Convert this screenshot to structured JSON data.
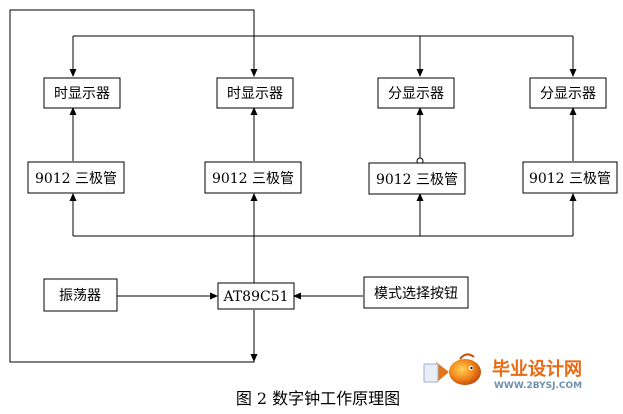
{
  "blocks": {
    "display1": "时显示器",
    "display2": "时显示器",
    "display3": "分显示器",
    "display4": "分显示器",
    "transistor1": "9012 三极管",
    "transistor2": "9012 三极管",
    "transistor3": "9012 三极管",
    "transistor4": "9012 三极管",
    "oscillator": "振荡器",
    "mcu": "AT89C51",
    "mode_button": "模式选择按钮"
  },
  "caption": "图 2  数字钟工作原理图",
  "watermark": {
    "title": "毕业设计网",
    "url": "WWW.2BYSJ.COM"
  },
  "colors": {
    "line": "#000000",
    "watermark_title": "#e86a12",
    "watermark_url": "#6f8fb0"
  }
}
